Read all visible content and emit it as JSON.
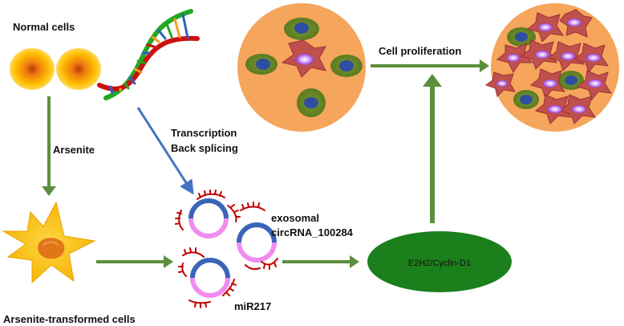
{
  "labels": {
    "normal_cells": "Normal cells",
    "arsenite": "Arsenite",
    "arsenite_transformed_cells": "Arsenite-transformed cells",
    "transcription": "Transcription",
    "back_splicing": "Back splicing",
    "exosomal": "exosomal",
    "circrna": "circRNA_100284",
    "mir": "miR217",
    "e2h2_cyclin": "E2H2/Cyclin-D1",
    "cell_proliferation": "Cell proliferation"
  },
  "colors": {
    "orange_fill": "#F5A55C",
    "cell_yellow": "#FFC000",
    "cell_orange_core": "#E86E10",
    "green_cell": "#6B8E23",
    "nucleus_blue": "#2F4EA0",
    "tumor_red": "#C0504D",
    "tumor_nucleus": "#C080FF",
    "ellipse_green": "#1B7F1B",
    "arrow_green": "#5C8F3C",
    "arrow_blue": "#4472C4",
    "ring_blue": "#3A64B8",
    "ring_pink": "#F08CF0",
    "mirna_red": "#C00000"
  }
}
